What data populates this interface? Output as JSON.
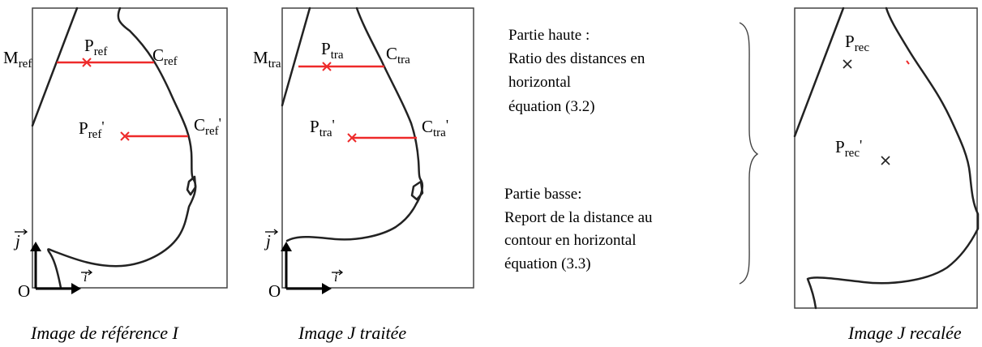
{
  "panels": {
    "ref": {
      "caption": "Image de référence I",
      "labels": {
        "m": {
          "main": "M",
          "sub": "ref",
          "exp": ""
        },
        "p": {
          "main": "P",
          "sub": "ref",
          "exp": ""
        },
        "c": {
          "main": "C",
          "sub": "ref",
          "exp": ""
        },
        "p2": {
          "main": "P",
          "sub": "ref",
          "exp": "'"
        },
        "c2": {
          "main": "C",
          "sub": "ref",
          "exp": "'"
        }
      },
      "axes": {
        "origin": "O",
        "j": "j",
        "i": "i"
      }
    },
    "tra": {
      "caption": "Image J traitée",
      "labels": {
        "m": {
          "main": "M",
          "sub": "tra",
          "exp": ""
        },
        "p": {
          "main": "P",
          "sub": "tra",
          "exp": ""
        },
        "c": {
          "main": "C",
          "sub": "tra",
          "exp": ""
        },
        "p2": {
          "main": "P",
          "sub": "tra",
          "exp": "'"
        },
        "c2": {
          "main": "C",
          "sub": "tra",
          "exp": "'"
        }
      },
      "axes": {
        "origin": "O",
        "j": "j",
        "i": "i"
      }
    },
    "rec": {
      "caption": "Image J recalée",
      "labels": {
        "p": {
          "main": "P",
          "sub": "rec",
          "exp": ""
        },
        "p2": {
          "main": "P",
          "sub": "rec",
          "exp": "'"
        }
      }
    }
  },
  "notes": {
    "top": [
      "Partie haute :",
      "Ratio des distances en",
      "horizontal",
      "équation (3.2)"
    ],
    "bottom": [
      "Partie basse:",
      "Report de la distance au",
      "contour en horizontal",
      "équation (3.3)"
    ]
  },
  "colors": {
    "marker": "#ee2a2a",
    "outline": "#222222"
  }
}
